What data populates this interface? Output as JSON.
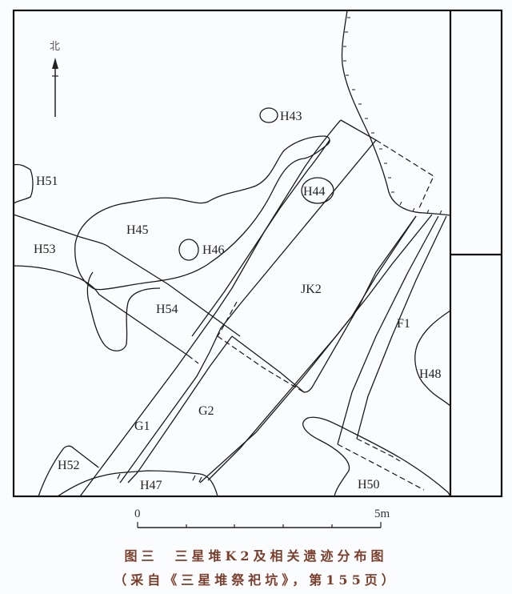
{
  "figure": {
    "north_label": "北",
    "caption_title": "图三　三星堆K2及相关遗迹分布图",
    "caption_source": "（采自《三星堆祭祀坑》，第155页）"
  },
  "scale_bar": {
    "start_label": "0",
    "end_label": "5m",
    "divisions": 5
  },
  "features": {
    "H43": "H43",
    "H44": "H44",
    "H45": "H45",
    "H46": "H46",
    "H47": "H47",
    "H48": "H48",
    "H50": "H50",
    "H51": "H51",
    "H52": "H52",
    "H53": "H53",
    "H54": "H54",
    "JK2": "JK2",
    "G1": "G1",
    "G2": "G2",
    "F1": "F1"
  },
  "colors": {
    "line": "#1a1a1a",
    "caption": "#7a3e2c",
    "background": "#fbfcfe"
  }
}
